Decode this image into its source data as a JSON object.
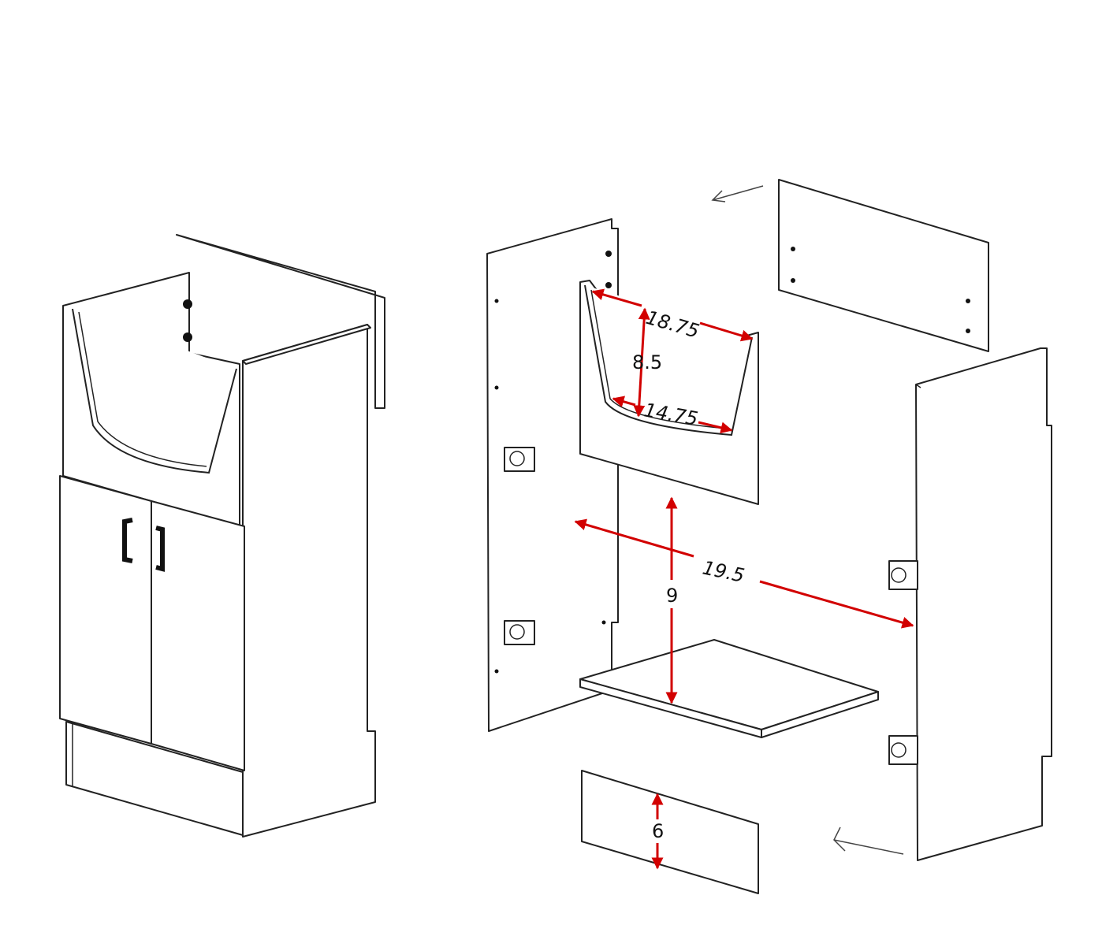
{
  "diagram": {
    "assembled_view": {
      "parts": [
        "back-panel",
        "front-frame",
        "side-panel",
        "left-door",
        "right-door",
        "door-handles",
        "toe-kick"
      ]
    },
    "exploded_view": {
      "parts": [
        "left-side-panel",
        "front-sink-frame",
        "top-back-rail",
        "right-side-panel",
        "bottom-shelf",
        "toe-kick-panel",
        "hinges"
      ]
    },
    "dimensions": {
      "top_width": "18.75",
      "cutout_depth": "8.5",
      "bottom_width": "14.75",
      "interior_width": "19.5",
      "interior_height": "9",
      "toe_kick_height": "6"
    },
    "colors": {
      "dimension": "#d20000",
      "line": "#222222",
      "panel": "#ffffff"
    }
  }
}
